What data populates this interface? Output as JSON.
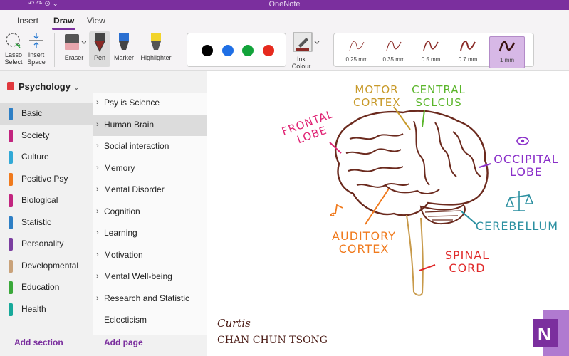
{
  "window": {
    "title": "OneNote"
  },
  "ribbon_tabs": [
    {
      "label": "Insert",
      "active": false
    },
    {
      "label": "Draw",
      "active": true
    },
    {
      "label": "View",
      "active": false
    }
  ],
  "tools": {
    "lasso": "Lasso Select",
    "insert_space": "Insert Space",
    "eraser": "Eraser",
    "pen": "Pen",
    "marker": "Marker",
    "highlighter": "Highlighter",
    "ink_colour": "Ink Colour"
  },
  "colors": [
    "#000000",
    "#1f6fe5",
    "#12a33a",
    "#e62a1e"
  ],
  "strokes": [
    "0.25 mm",
    "0.35 mm",
    "0.5 mm",
    "0.7 mm",
    "1 mm"
  ],
  "selected_stroke": "1 mm",
  "notebook": {
    "name": "Psychology"
  },
  "sections": [
    {
      "label": "Basic",
      "color": "#2e7fc5"
    },
    {
      "label": "Society",
      "color": "#c2257f"
    },
    {
      "label": "Culture",
      "color": "#32a9d6"
    },
    {
      "label": "Positive Psy",
      "color": "#f07a1d"
    },
    {
      "label": "Biological",
      "color": "#c2257f"
    },
    {
      "label": "Statistic",
      "color": "#2e7fc5"
    },
    {
      "label": "Personality",
      "color": "#7b3fa0"
    },
    {
      "label": "Developmental",
      "color": "#c9a27a"
    },
    {
      "label": "Education",
      "color": "#3aa83a"
    },
    {
      "label": "Health",
      "color": "#18a99a"
    }
  ],
  "selected_section": "Basic",
  "pages": [
    {
      "label": "Psy is Science",
      "chevron": true
    },
    {
      "label": "Human Brain",
      "chevron": true
    },
    {
      "label": "Social interaction",
      "chevron": true
    },
    {
      "label": "Memory",
      "chevron": true
    },
    {
      "label": "Mental Disorder",
      "chevron": true
    },
    {
      "label": "Cognition",
      "chevron": true
    },
    {
      "label": "Learning",
      "chevron": true
    },
    {
      "label": "Motivation",
      "chevron": true
    },
    {
      "label": "Mental Well-being",
      "chevron": true
    },
    {
      "label": "Research and Statistic",
      "chevron": true
    },
    {
      "label": "Eclecticism",
      "chevron": false
    }
  ],
  "selected_page": "Human Brain",
  "footer": {
    "add_section": "Add section",
    "add_page": "Add page"
  },
  "drawing": {
    "motor_cortex": "MOTOR CORTEX",
    "central_sulcus": "CENTRAL SCLCUS",
    "frontal_lobe": "FRONTAL LOBE",
    "occipital_lobe": "OCCIPITAL LOBE",
    "cerebellum": "CEREBELLUM",
    "auditory_cortex": "AUDITORY CORTEX",
    "spinal_cord": "SPINAL CORD",
    "signature_1": "Curtis",
    "signature_2": "CHAN CHUN TSONG"
  }
}
